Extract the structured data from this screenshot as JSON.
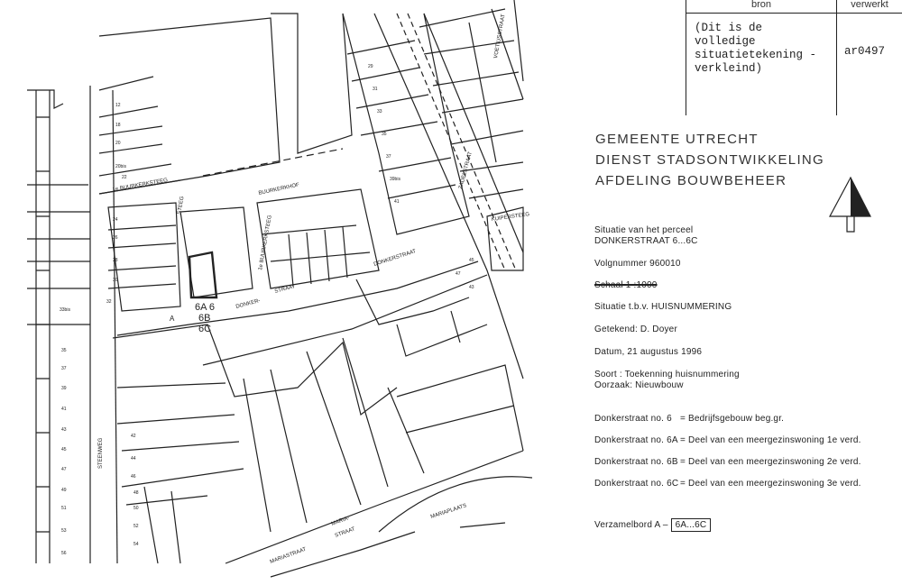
{
  "table": {
    "col_source": "bron",
    "col_processed": "verwerkt",
    "source_text": "(Dit is de volledige situatietekening - verkleind)",
    "processed_code": "ar0497"
  },
  "heading": [
    "GEMEENTE  UTRECHT",
    "DIENST STADSONTWIKKELING",
    "AFDELING BOUWBEHEER"
  ],
  "info": {
    "situation_line1": "Situatie van het perceel",
    "situation_line2": "DONKERSTRAAT 6...6C",
    "volgnummer": "Volgnummer 960010",
    "schaal": "Schaal 1 :1000",
    "situatie": "Situatie t.b.v. HUISNUMMERING",
    "getekend": "Getekend: D. Doyer",
    "datum": "Datum, 21 augustus 1996",
    "soort": "Soort : Toekenning huisnummering",
    "oorzaak": "Oorzaak: Nieuwbouw"
  },
  "addresses": [
    {
      "label": "Donkerstraat no. 6",
      "desc": "= Bedrijfsgebouw beg.gr."
    },
    {
      "label": "Donkerstraat no. 6A",
      "desc": "= Deel van een meergezinswoning 1e verd."
    },
    {
      "label": "Donkerstraat no. 6B",
      "desc": "= Deel van een meergezinswoning 2e verd."
    },
    {
      "label": "Donkerstraat no. 6C",
      "desc": "= Deel van een meergezinswoning 3e verd."
    }
  ],
  "verzamelbord": {
    "label": "Verzamelbord A  –",
    "value": "6A...6C"
  },
  "map": {
    "streets": {
      "steenweg": "STEENWEG",
      "buurkerksteeg": "1e BUURKERKSTEEG",
      "buurkerkhof": "BUURKERKHOF",
      "buurkerksteeg2": "1e BUURKERKSTEEG",
      "zadelstraat": "ZADELSTRAAT",
      "kuipersteeg": "KUIPERSTEEG",
      "voetiusstraat": "VOETIUSSTRAAT",
      "donker": "DONKER-",
      "straat": "STRAAT",
      "donkerstraat": "DONKERSTRAAT",
      "mariastraat": "MARIASTRAAT",
      "maria": "MARIA-",
      "straat2": "STRAAT",
      "mariaplaats": "MARIAPLAATS",
      "steeg": "STEEG"
    },
    "parcel_labels": {
      "a": "6A 6",
      "b": "6B",
      "c": "6C",
      "board": "A"
    },
    "house_numbers": [
      "12",
      "18",
      "20",
      "20bis",
      "22",
      "24",
      "26",
      "28",
      "30",
      "32",
      "33bis",
      "35",
      "37",
      "39",
      "41",
      "43",
      "45",
      "47",
      "49",
      "51",
      "53",
      "56",
      "42",
      "44",
      "46",
      "48",
      "50",
      "52",
      "54",
      "29",
      "31",
      "33",
      "35",
      "37",
      "39bis",
      "41",
      "43",
      "45",
      "47"
    ]
  }
}
